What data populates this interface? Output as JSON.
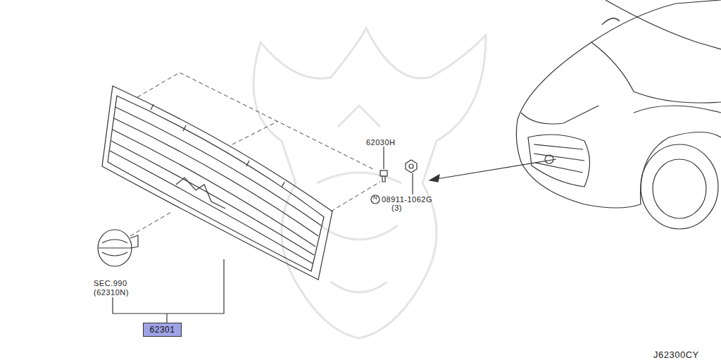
{
  "diagram": {
    "nodes": [
      {
        "text": [
          "62301"
        ]
      }
    ],
    "labels": [
      "SEC.990",
      "(62310N)",
      "62030H",
      "N",
      "08911-1062G",
      "(3)",
      "J62300CY"
    ]
  }
}
